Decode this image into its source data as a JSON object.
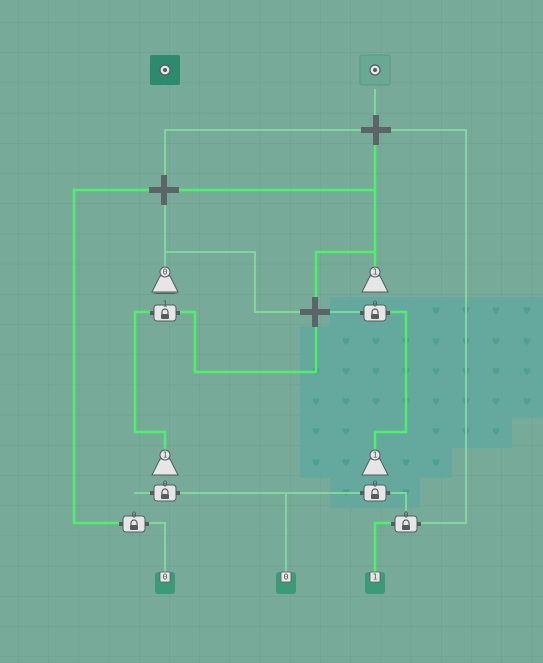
{
  "board": {
    "colors": {
      "background": "#77aa98",
      "grid_line": "#6e9f8e",
      "hot_wire": "#4ef06a",
      "cold_wire": "#7fd89a",
      "region": "#5fa8a0",
      "region_heart": "#4fa093",
      "crossing": "#5d6468",
      "gate_body": "#e6e6e6",
      "gate_outline": "#555b5e",
      "input_active": "#2e8a6c",
      "input_inactive": "#6aa894",
      "output_node": "#3d9a78"
    },
    "icons": {
      "input": "toggle-switch-icon",
      "crossing": "wire-crossing-icon",
      "gate": "lock-gate-icon",
      "output": "output-slot-icon",
      "region": "heart-pattern-icon"
    },
    "inputs": [
      {
        "id": "input-left",
        "active": true
      },
      {
        "id": "input-right",
        "active": false
      }
    ],
    "gate_upper_left": {
      "top": "0",
      "bottom": "1"
    },
    "gate_upper_right": {
      "top": "1",
      "bottom": "0"
    },
    "gate_lower_left": {
      "top": "1",
      "bottom": "0"
    },
    "gate_lower_right": {
      "top": "1",
      "bottom": "0"
    },
    "gate_far_left": {
      "value": "0"
    },
    "gate_far_right": {
      "value": "0"
    },
    "outputs": [
      {
        "id": "output-left",
        "label": "0"
      },
      {
        "id": "output-middle",
        "label": "0"
      },
      {
        "id": "output-right",
        "label": "1"
      }
    ]
  }
}
